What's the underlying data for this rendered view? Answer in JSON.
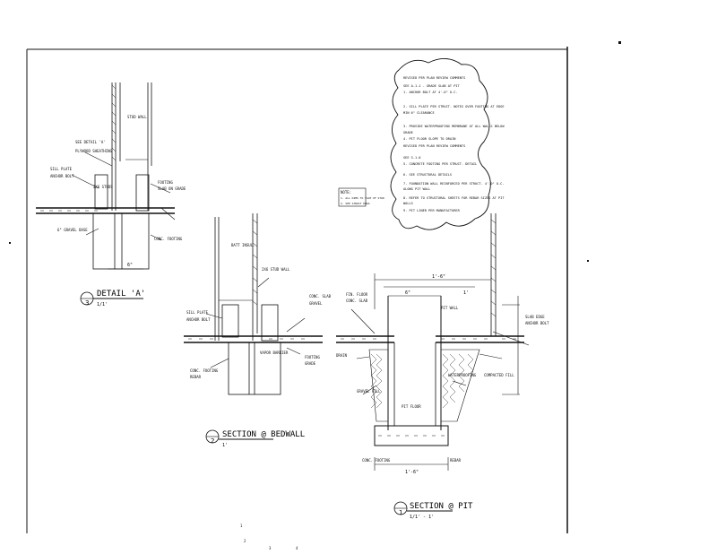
{
  "sheet": {
    "colors": {
      "ink": "#111111",
      "paper": "#ffffff",
      "hatch": "#444444"
    }
  },
  "details": [
    {
      "id": "detail-a",
      "number": "3",
      "title": "DETAIL 'A'",
      "scale": "1/1'"
    },
    {
      "id": "section-wall",
      "number": "2",
      "title": "SECTION @ BEDWALL",
      "scale": "1'"
    },
    {
      "id": "section-pit",
      "number": "1",
      "title": "SECTION @ PIT",
      "scale": "1/1' - 1'"
    }
  ],
  "dimensions": {
    "pit_top": "1'-6\"",
    "pit_left": "6\"",
    "pit_right": "1'",
    "pit_bottom": "1'-6\"",
    "detail_a_bottom": "6\""
  },
  "keynote_box": {
    "lines": [
      "NOTE:",
      "1. ALL DIMS TO FACE OF STUD",
      "2. SEE STRUCT DWGS"
    ]
  },
  "cloud_notes": {
    "lines": [
      "REVISED PER PLAN REVIEW COMMENTS",
      "SEE A-1.1 - GRADE SLAB AT PIT",
      "1. ANCHOR BOLT AT 4'-0\" O.C.",
      "2. SILL PLATE PER STRUCT. NOTES OVER FOOTING AT EDGE",
      "   MIN 6\" CLEARANCE",
      "3. PROVIDE WATERPROOFING MEMBRANE AT ALL WALLS BELOW",
      "   GRADE",
      "4. PIT FLOOR SLOPE TO DRAIN",
      "REVISED PER PLAN REVIEW COMMENTS",
      "SEE S-1.0",
      "5. CONCRETE FOOTING PER STRUCT. DETAIL",
      "6. SEE STRUCTURAL DETAILS",
      "7. FOUNDATION WALL REINFORCED PER STRUCT. 4'-0\" O.C.",
      "   ALONG PIT WALL",
      "8. REFER TO STRUCTURAL SHEETS FOR REBAR SIZES AT PIT",
      "   WALLS",
      "9. PIT LINER PER MANUFACTURER"
    ]
  },
  "callouts": {
    "detail_a": [
      "SEE DETAIL 'A'",
      "STUD WALL",
      "PLYWOOD SHEATHING",
      "SILL PLATE",
      "ANCHOR BOLT",
      "FOOTING",
      "SLAB ON GRADE",
      "6\" GRAVEL BASE",
      "2X6 STUDS",
      "CONC. FOOTING"
    ],
    "section_wall": [
      "2X6 STUD WALL",
      "BATT INSUL.",
      "SILL PLATE",
      "ANCHOR BOLT",
      "CONC. SLAB",
      "GRAVEL",
      "FOOTING",
      "GRADE",
      "VAPOR BARRIER",
      "CONC. FOOTING",
      "REBAR"
    ],
    "section_pit": [
      "FIN. FLOOR",
      "CONC. SLAB",
      "PIT WALL",
      "GRAVEL FILL",
      "PIT FLOOR",
      "WATERPROOFING",
      "DRAIN",
      "CONC. FOOTING",
      "REBAR",
      "COMPACTED FILL",
      "SLAB EDGE",
      "ANCHOR BOLT"
    ]
  },
  "footer_marks": [
    "1",
    "2",
    "3",
    "4"
  ]
}
